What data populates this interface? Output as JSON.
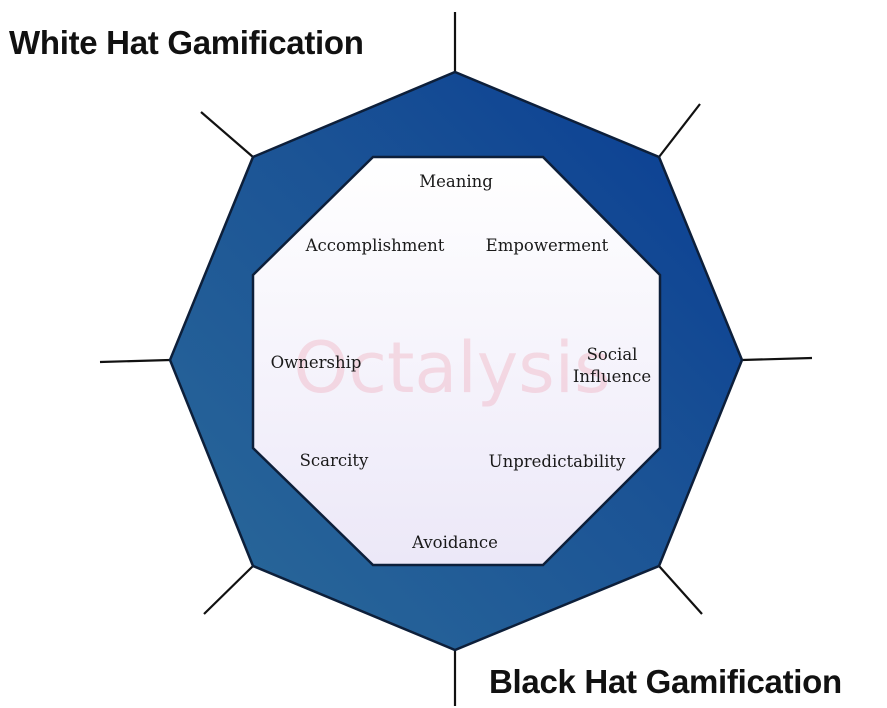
{
  "headings": {
    "top_left": "White Hat Gamification",
    "bottom_right": "Black Hat Gamification"
  },
  "watermark": "Octalysis",
  "drives": {
    "top": "Meaning",
    "upper_right": "Empowerment",
    "right": "Social Influence",
    "lower_right": "Unpredictability",
    "bottom": "Avoidance",
    "lower_left": "Scarcity",
    "left": "Ownership",
    "upper_left": "Accomplishment"
  },
  "colors": {
    "outer_ring_light": "#2b6a9a",
    "outer_ring_dark": "#0a3d8f",
    "inner_fill": "#f4f2fb",
    "axis_lines": "#111111",
    "watermark": "#e94b65"
  }
}
